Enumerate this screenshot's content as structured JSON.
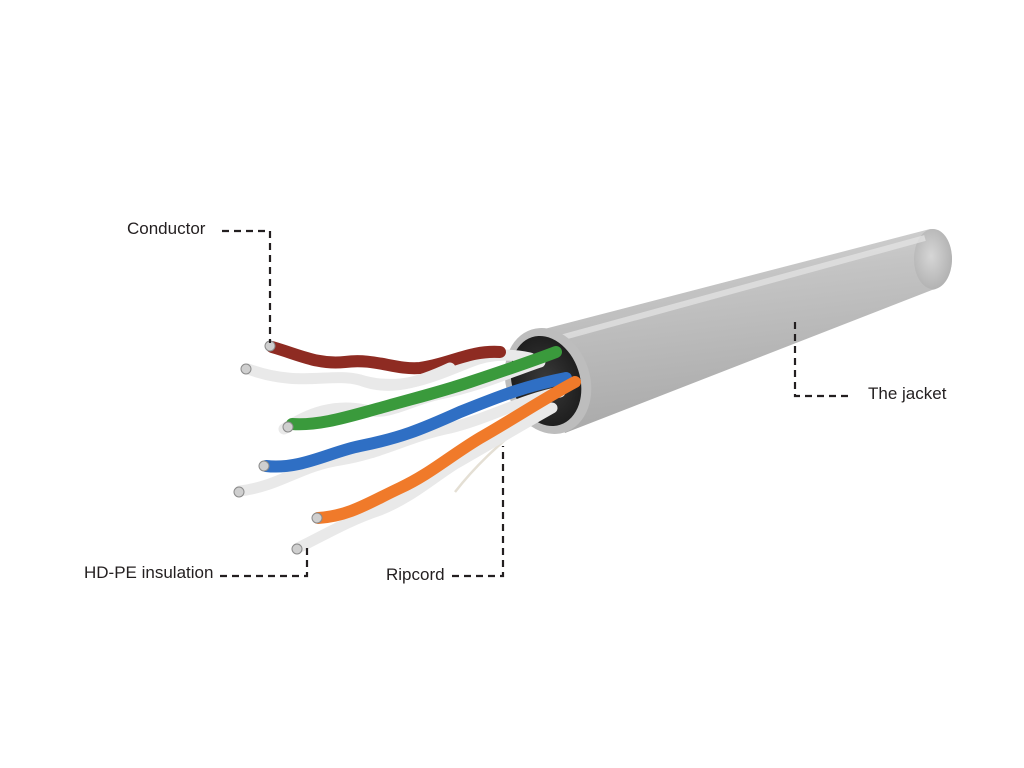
{
  "labels": {
    "conductor": "Conductor",
    "insulation": "HD-PE insulation",
    "ripcord": "Ripcord",
    "jacket": "The jacket"
  },
  "colors": {
    "jacket": "#bcbcbc",
    "pair_brown": "#8e2b22",
    "pair_green": "#3a9a3c",
    "pair_blue": "#2f6fc4",
    "pair_orange": "#f07a2a",
    "white_wire": "#ececec",
    "leader_line": "#231f20"
  }
}
